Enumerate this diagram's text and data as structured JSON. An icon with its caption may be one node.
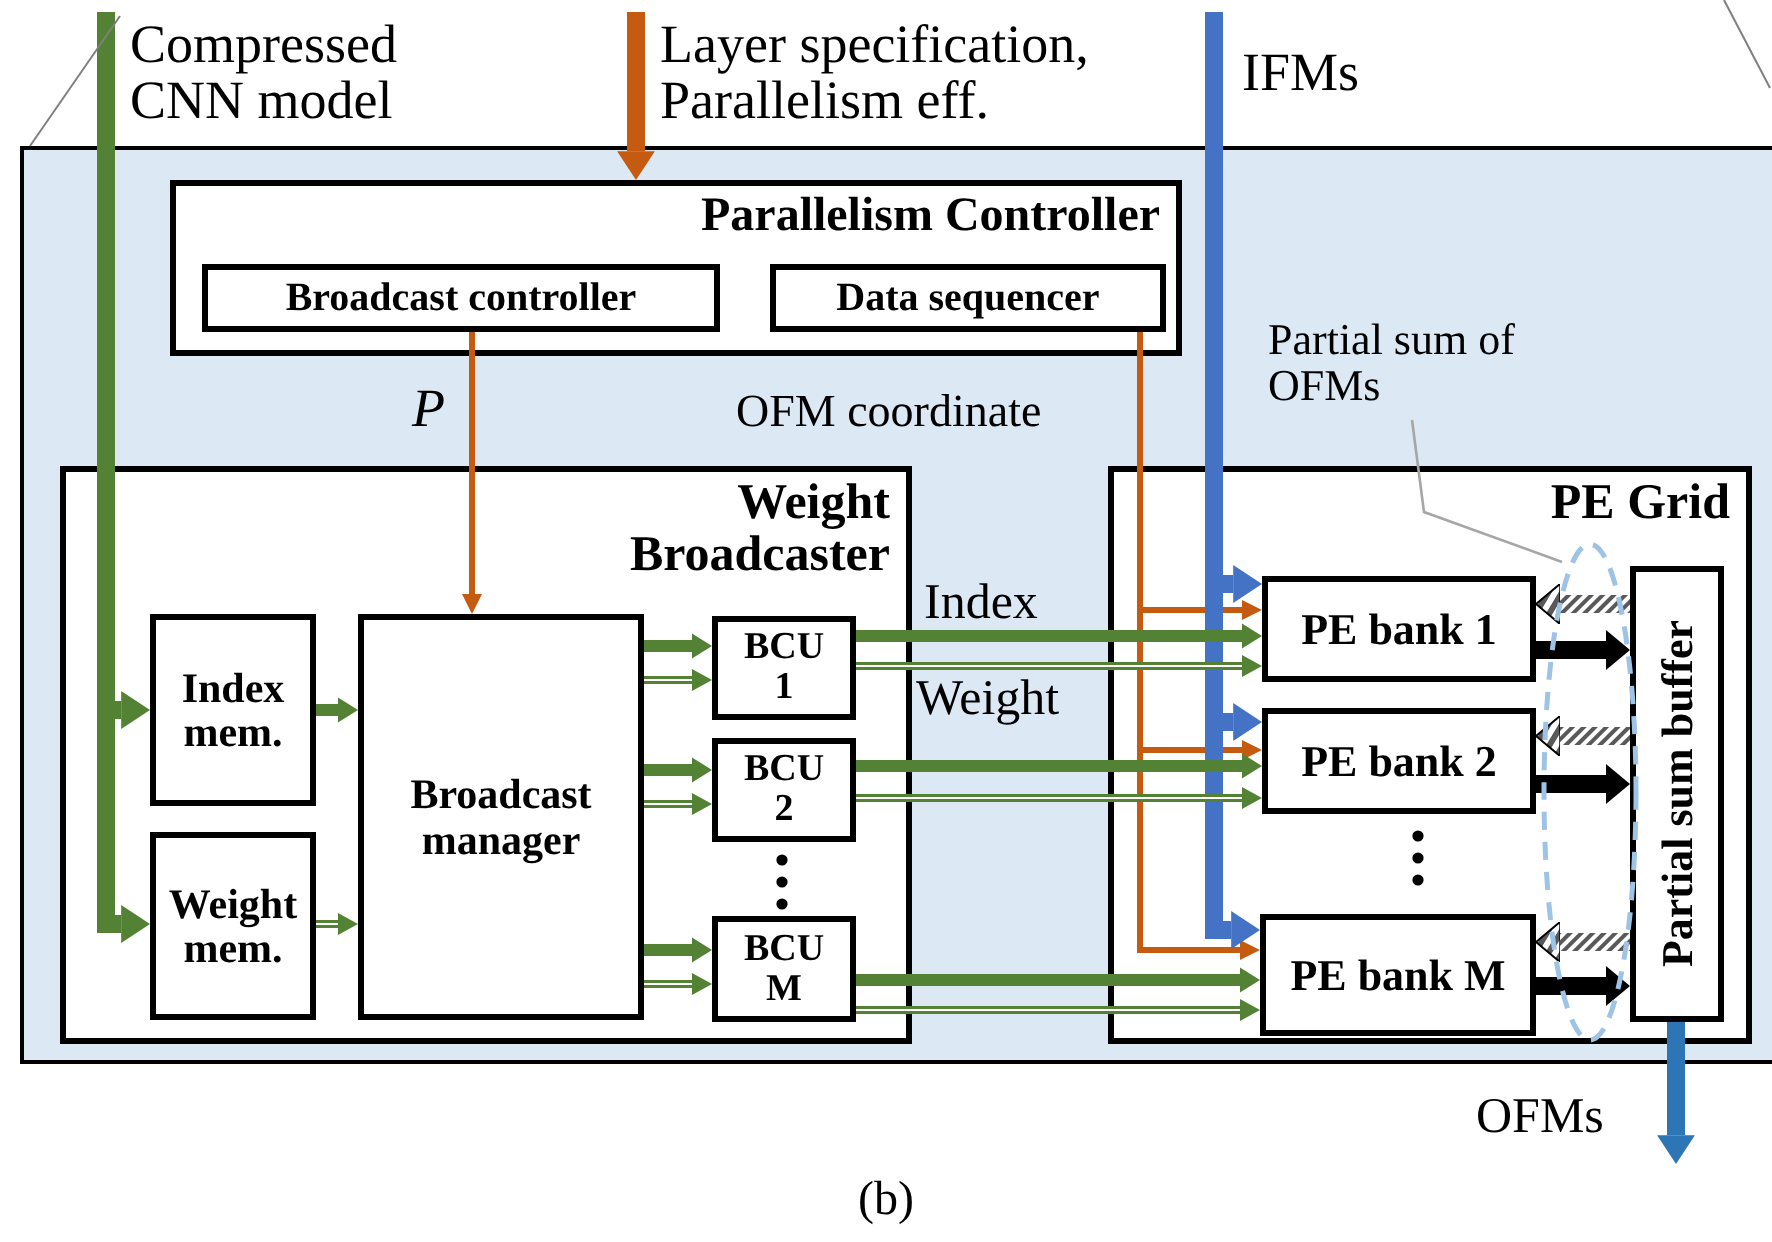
{
  "diagram": {
    "caption": "(b)",
    "nodes": [
      {
        "text": [],
        "shape": "box"
      },
      {
        "text": [
          "Parallelism Controller"
        ],
        "in": 0
      },
      {
        "text": [
          "Broadcast controller"
        ],
        "in": 1
      },
      {
        "text": [
          "Data sequencer"
        ],
        "in": 1
      },
      {
        "text": [
          "Partial sum of OFMs"
        ],
        "in": 0
      },
      {
        "text": [
          "Weight Broadcaster"
        ],
        "in": 0
      },
      {
        "text": [
          "Index mem."
        ],
        "in": 5
      },
      {
        "text": [
          "Weight mem."
        ],
        "in": 5
      },
      {
        "text": [
          "Broadcast manager"
        ],
        "in": 5
      },
      {
        "text": [
          "BCU 1"
        ],
        "in": 5
      },
      {
        "text": [
          "BCU 2"
        ],
        "in": 5
      },
      {
        "text": [
          "BCU M"
        ],
        "in": 5
      },
      {
        "text": [
          "PE Grid"
        ],
        "in": 0
      },
      {
        "text": [
          "PE bank 1"
        ],
        "in": 12
      },
      {
        "text": [
          "PE bank 2"
        ],
        "in": 12
      },
      {
        "text": [
          "PE bank M"
        ],
        "in": 12
      },
      {
        "text": [
          "Partial sum buffer"
        ],
        "in": 12
      }
    ],
    "edges": [
      {
        "from": null,
        "to": 6,
        "arrow": "to",
        "label": "Compressed CNN model"
      },
      {
        "from": null,
        "to": 7,
        "arrow": "to"
      },
      {
        "from": null,
        "to": 1,
        "arrow": "to",
        "label": "Layer specification, Parallelism eff.",
        "color": "#c55a11"
      },
      {
        "from": 2,
        "to": 8,
        "arrow": "to",
        "label": "*P*",
        "color": "#c55a11"
      },
      {
        "from": 3,
        "to": 13,
        "arrow": "to",
        "label": "OFM coordinate",
        "color": "#c55a11"
      },
      {
        "from": 3,
        "to": 14,
        "arrow": "to",
        "color": "#c55a11"
      },
      {
        "from": 3,
        "to": 15,
        "arrow": "to",
        "color": "#c55a11"
      },
      {
        "from": null,
        "to": 13,
        "arrow": "to",
        "label": "IFMs",
        "color": "#4472c4"
      },
      {
        "from": null,
        "to": 14,
        "arrow": "to",
        "color": "#4472c4"
      },
      {
        "from": null,
        "to": 15,
        "arrow": "to",
        "color": "#4472c4"
      },
      {
        "from": 6,
        "to": 8,
        "arrow": "to"
      },
      {
        "from": 7,
        "to": 8,
        "arrow": "to"
      },
      {
        "from": 8,
        "to": 9,
        "arrow": "to"
      },
      {
        "from": 8,
        "to": 9,
        "arrow": "to"
      },
      {
        "from": 8,
        "to": 10,
        "arrow": "to"
      },
      {
        "from": 8,
        "to": 10,
        "arrow": "to"
      },
      {
        "from": 8,
        "to": 11,
        "arrow": "to"
      },
      {
        "from": 8,
        "to": 11,
        "arrow": "to"
      },
      {
        "from": 9,
        "to": 13,
        "arrow": "to",
        "label": "Index"
      },
      {
        "from": 9,
        "to": 13,
        "arrow": "to",
        "label": "Weight"
      },
      {
        "from": 10,
        "to": 14,
        "arrow": "to"
      },
      {
        "from": 10,
        "to": 14,
        "arrow": "to"
      },
      {
        "from": 11,
        "to": 15,
        "arrow": "to"
      },
      {
        "from": 11,
        "to": 15,
        "arrow": "to"
      },
      {
        "from": 16,
        "to": 13,
        "arrow": "to",
        "color": "#595959"
      },
      {
        "from": 13,
        "to": 16,
        "arrow": "to",
        "color": "#000000"
      },
      {
        "from": 16,
        "to": 14,
        "arrow": "to",
        "color": "#595959"
      },
      {
        "from": 14,
        "to": 16,
        "arrow": "to",
        "color": "#000000"
      },
      {
        "from": 16,
        "to": 15,
        "arrow": "to",
        "color": "#595959"
      },
      {
        "from": 15,
        "to": 16,
        "arrow": "to",
        "color": "#000000"
      },
      {
        "from": 16,
        "to": null,
        "arrow": "to",
        "label": "OFMs",
        "color": "#2e75b6"
      },
      {
        "from": 4,
        "to": null,
        "arrow": "none",
        "color": "#a6a6a6"
      }
    ]
  }
}
